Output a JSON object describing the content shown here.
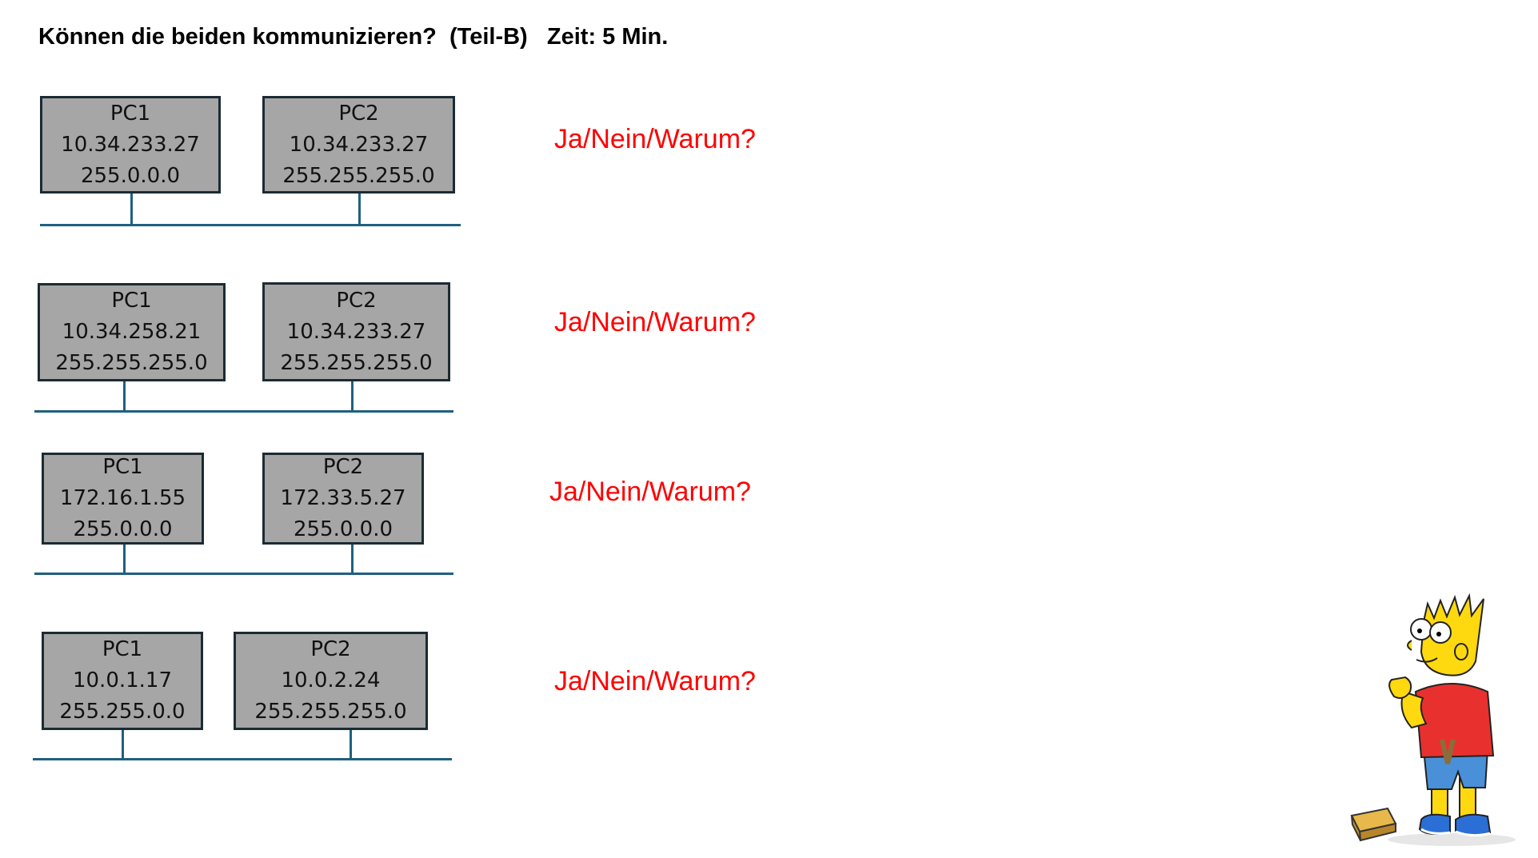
{
  "title": "Können die beiden kommunizieren?  (Teil-B)   Zeit: 5 Min.",
  "scenarios": [
    {
      "pc1": {
        "name": "PC1",
        "ip": "10.34.233.27",
        "mask": "255.0.0.0"
      },
      "pc2": {
        "name": "PC2",
        "ip": "10.34.233.27",
        "mask": "255.255.255.0"
      },
      "question": "Ja/Nein/Warum?"
    },
    {
      "pc1": {
        "name": "PC1",
        "ip": "10.34.258.21",
        "mask": "255.255.255.0"
      },
      "pc2": {
        "name": "PC2",
        "ip": "10.34.233.27",
        "mask": "255.255.255.0"
      },
      "question": "Ja/Nein/Warum?"
    },
    {
      "pc1": {
        "name": "PC1",
        "ip": "172.16.1.55",
        "mask": "255.0.0.0"
      },
      "pc2": {
        "name": "PC2",
        "ip": "172.33.5.27",
        "mask": "255.0.0.0"
      },
      "question": "Ja/Nein/Warum?"
    },
    {
      "pc1": {
        "name": "PC1",
        "ip": "10.0.1.17",
        "mask": "255.255.0.0"
      },
      "pc2": {
        "name": "PC2",
        "ip": "10.0.2.24",
        "mask": "255.255.255.0"
      },
      "question": "Ja/Nein/Warum?"
    }
  ],
  "colors": {
    "question": "#ff0000",
    "box_fill": "#a6a6a6",
    "box_border": "#1c2b33",
    "network_line": "#1f6080"
  },
  "illustration": "cartoon-boy-with-slingshot"
}
